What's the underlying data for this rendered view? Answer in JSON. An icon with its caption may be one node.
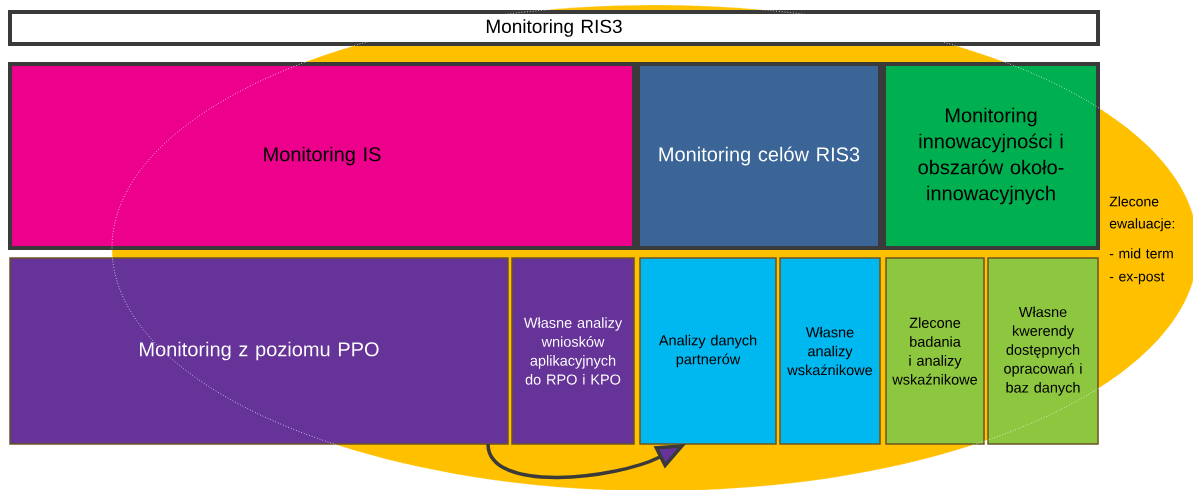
{
  "diagram": {
    "nodes": [
      {
        "text": [
          "Monitoring RIS3"
        ]
      },
      {
        "text": [
          "Monitoring IS"
        ]
      },
      {
        "text": [
          "Monitoring celów RIS3"
        ]
      },
      {
        "text": [
          "Monitoring innowacyjności i obszarów około-innowacyjnych"
        ]
      },
      {
        "text": [
          "Monitoring z poziomu PPO"
        ]
      },
      {
        "text": [
          "Własne analizy wniosków aplikacyjnych do RPO i KPO"
        ]
      },
      {
        "text": [
          "Analizy danych partnerów"
        ]
      },
      {
        "text": [
          "Własne analizy wskaźnikowe"
        ]
      },
      {
        "text": [
          "Zlecone badania i analizy wskaźnikowe"
        ]
      },
      {
        "text": [
          "Własne kwerendy dostępnych opracowań i baz danych"
        ]
      }
    ],
    "edges": [
      {
        "from": 4,
        "to": 6,
        "arrow": "to"
      }
    ],
    "labels": [
      "Zlecone ewaluacje:",
      "- mid term",
      "- ex-post"
    ]
  }
}
